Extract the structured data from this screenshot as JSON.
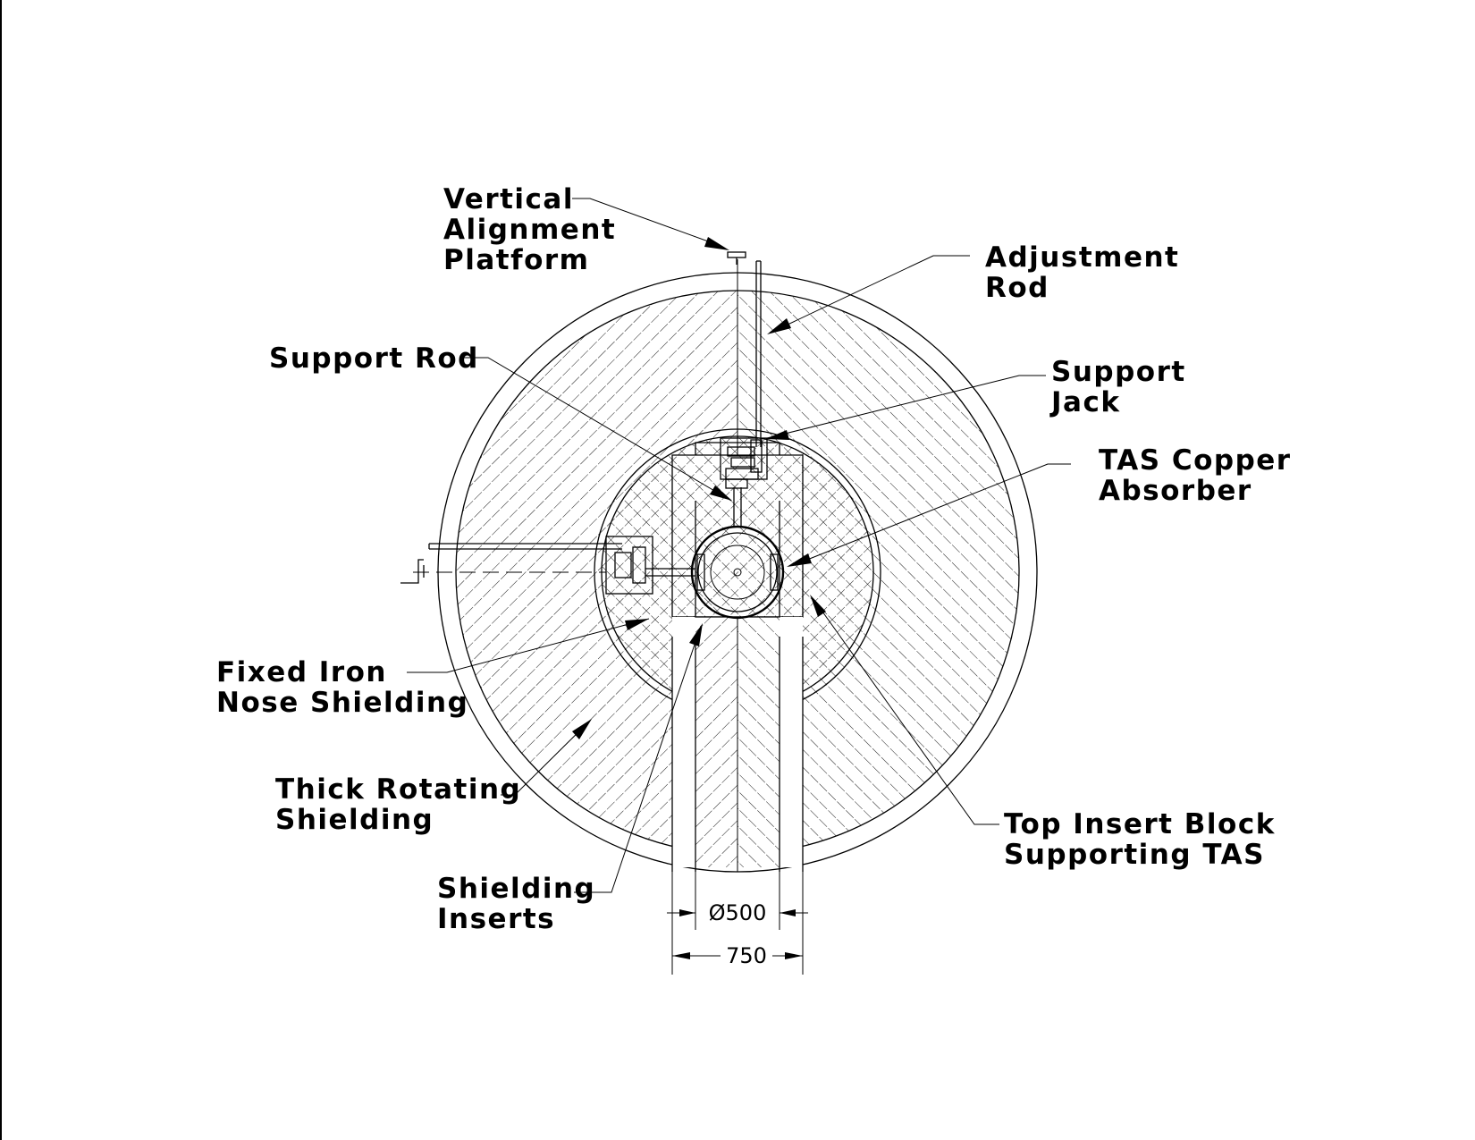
{
  "labels": {
    "vertical_alignment_platform": [
      "Vertical",
      "Alignment",
      "Platform"
    ],
    "adjustment_rod": [
      "Adjustment",
      "Rod"
    ],
    "support_rod": [
      "Support  Rod"
    ],
    "support_jack": [
      "Support",
      "Jack"
    ],
    "tas_copper_absorber": [
      "TAS  Copper",
      "Absorber"
    ],
    "fixed_iron_nose_shielding": [
      "Fixed  Iron",
      "Nose  Shielding"
    ],
    "thick_rotating_shielding": [
      "Thick  Rotating",
      "Shielding"
    ],
    "top_insert_block": [
      "Top  Insert  Block",
      "Supporting  TAS"
    ],
    "shielding_inserts": [
      "Shielding",
      "Inserts"
    ]
  },
  "dimensions": {
    "inner": "Ø500",
    "outer": "750"
  }
}
